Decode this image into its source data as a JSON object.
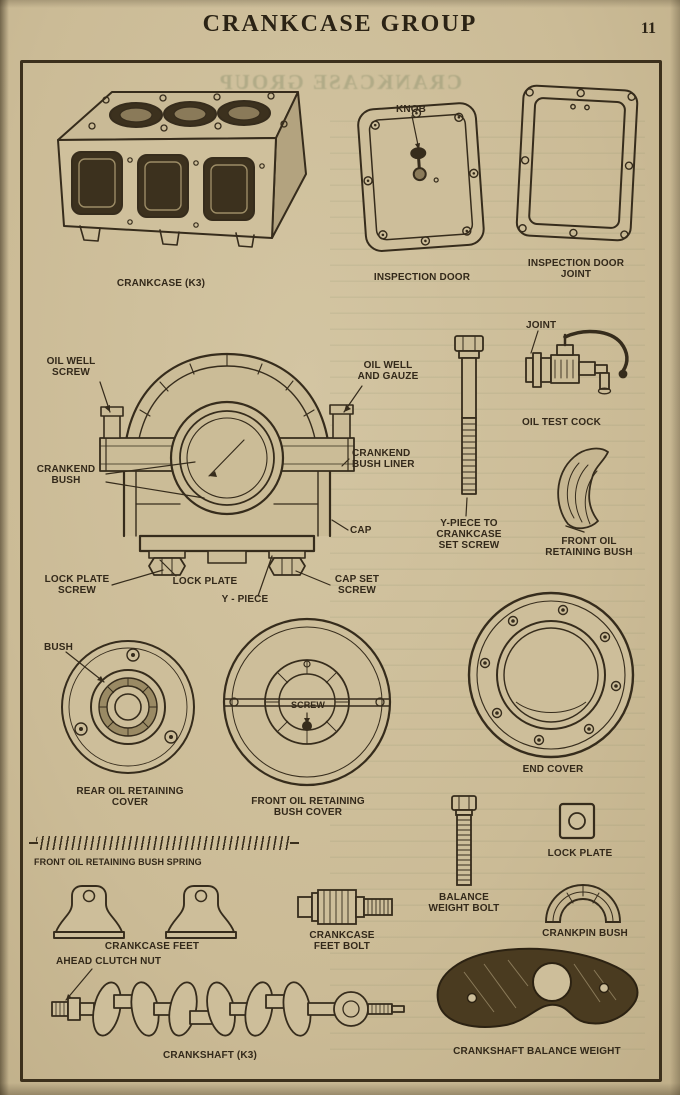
{
  "page": {
    "title": "CRANKCASE GROUP",
    "page_number": "11"
  },
  "labels": {
    "crankcase": "CRANKCASE (K3)",
    "knob": "KNOB",
    "inspection_door": "INSPECTION DOOR",
    "inspection_door_joint": "INSPECTION DOOR\nJOINT",
    "oil_well_screw": "OIL WELL\nSCREW",
    "oil_well_and_gauze": "OIL WELL\nAND GAUZE",
    "joint": "JOINT",
    "oil_test_cock": "OIL TEST COCK",
    "crankend_bush": "CRANKEND\nBUSH",
    "crankend_bush_liner": "CRANKEND\nBUSH LINER",
    "cap": "CAP",
    "y_piece_to_crankcase_set_screw": "Y-PIECE TO\nCRANKCASE\nSET SCREW",
    "front_oil_retaining_bush": "FRONT OIL\nRETAINING BUSH",
    "lock_plate_screw": "LOCK PLATE\nSCREW",
    "lock_plate": "LOCK PLATE",
    "y_piece": "Y - PIECE",
    "cap_set_screw": "CAP SET\nSCREW",
    "bush": "BUSH",
    "rear_oil_retaining_cover": "REAR OIL RETAINING\nCOVER",
    "screw": "SCREW",
    "front_oil_retaining_bush_cover": "FRONT OIL RETAINING\nBUSH COVER",
    "end_cover": "END COVER",
    "front_oil_retaining_bush_spring": "FRONT OIL RETAINING BUSH SPRING",
    "balance_weight_bolt": "BALANCE\nWEIGHT BOLT",
    "lock_plate_small": "LOCK PLATE",
    "crankcase_feet": "CRANKCASE FEET",
    "crankcase_feet_bolt": "CRANKCASE\nFEET BOLT",
    "crankpin_bush": "CRANKPIN BUSH",
    "ahead_clutch_nut": "AHEAD CLUTCH NUT",
    "crankshaft": "CRANKSHAFT (K3)",
    "crankshaft_balance_weight": "CRANKSHAFT BALANCE WEIGHT"
  },
  "colors": {
    "paper": "#cdbd9a",
    "ink": "#362c1c",
    "frame": "#3c301c"
  }
}
